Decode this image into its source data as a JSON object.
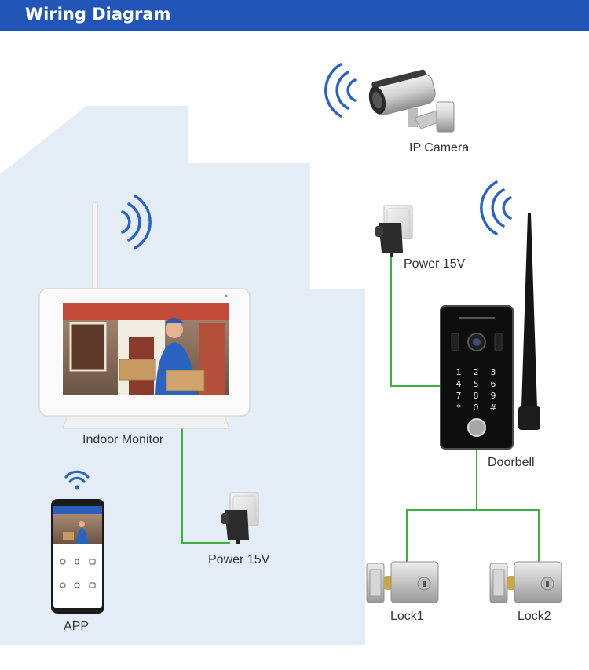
{
  "header": {
    "title": "Wiring Diagram"
  },
  "colors": {
    "banner": "#2255b8",
    "house": "#e4ecf6",
    "wire": "#3cb043",
    "wifi": "#2a63c8"
  },
  "nodes": {
    "ip_camera": "IP Camera",
    "camera_power": "Power 15V",
    "indoor_monitor": "Indoor Monitor",
    "monitor_power": "Power 15V",
    "doorbell": "Doorbell",
    "lock1": "Lock1",
    "lock2": "Lock2",
    "app": "APP"
  },
  "doorbell_keypad": [
    "1",
    "2",
    "3",
    "4",
    "5",
    "6",
    "7",
    "8",
    "9",
    "*",
    "0",
    "#"
  ]
}
